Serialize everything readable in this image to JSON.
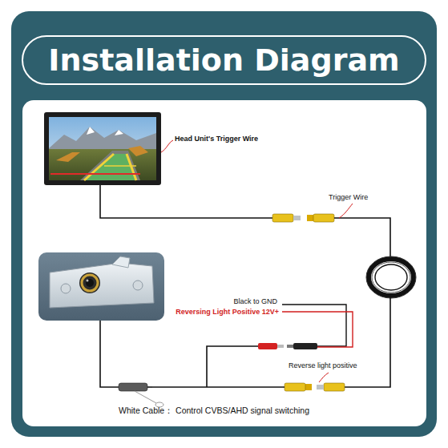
{
  "diagram": {
    "title": "Installation Diagram",
    "labels": [
      "Head Unit's Trigger Wire",
      "Trigger Wire",
      "Black to GND",
      "Reversing Light Positive 12V+",
      "Reverse light positive",
      "White Cable： Control CVBS/AHD signal switching"
    ]
  }
}
